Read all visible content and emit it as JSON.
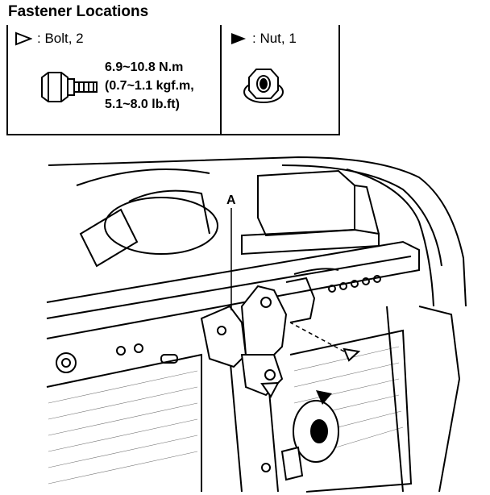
{
  "title": "Fastener Locations",
  "legend": {
    "bolt": {
      "symbol": "open-triangle-icon",
      "label": ": Bolt, 2"
    },
    "nut": {
      "symbol": "filled-triangle-icon",
      "label": ": Nut, 1"
    },
    "torque": {
      "line1": "6.9~10.8 N.m",
      "line2": "(0.7~1.1 kgf.m,",
      "line3": "5.1~8.0 lb.ft)"
    }
  },
  "callout_label": "A"
}
